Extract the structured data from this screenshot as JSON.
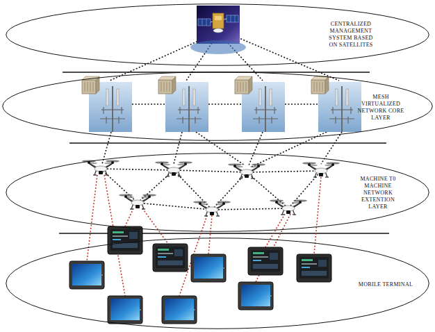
{
  "diagram": {
    "nodes": [
      {
        "text": [
          "CENTRALIZED MANAGEMENT SYSTEM BASED ON SATELLITES"
        ]
      },
      {
        "text": [
          "MESH VIRTUALIZED NETWORK CORE LAYER"
        ]
      },
      {
        "text": [
          "MACHINE T0 MACHINE NETWORK EXTENTION LAYER"
        ]
      },
      {
        "text": [
          "MOBILE TERMINAL"
        ]
      }
    ]
  }
}
